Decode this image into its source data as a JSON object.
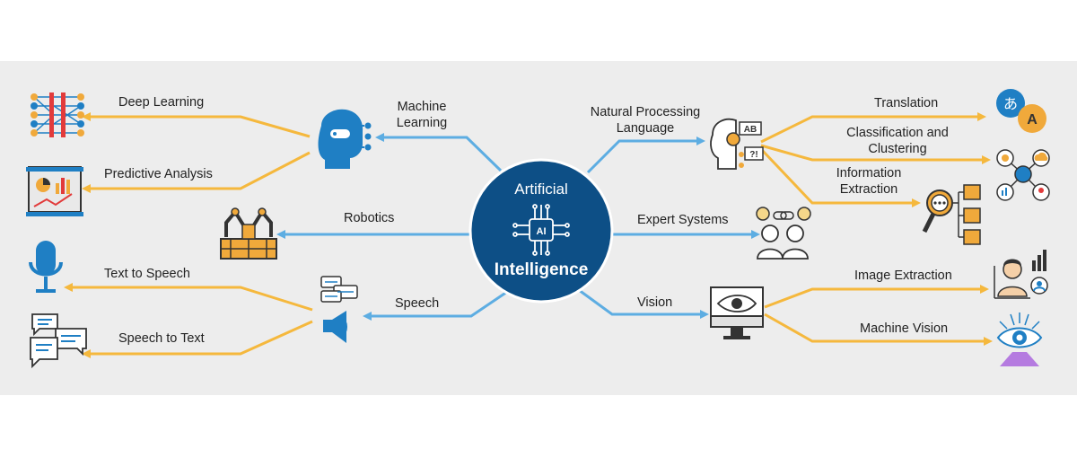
{
  "center": {
    "line1": "Artificial",
    "line2": "Intelligence"
  },
  "left": {
    "machine_learning": "Machine\nLearning",
    "robotics": "Robotics",
    "speech": "Speech",
    "deep_learning": "Deep Learning",
    "predictive_analysis": "Predictive Analysis",
    "text_to_speech": "Text to Speech",
    "speech_to_text": "Speech to Text"
  },
  "right": {
    "nlp": "Natural Processing\nLanguage",
    "expert_systems": "Expert Systems",
    "vision": "Vision",
    "translation": "Translation",
    "classification": "Classification and\nClustering",
    "information_extraction": "Information\nExtraction",
    "image_extraction": "Image Extraction",
    "machine_vision": "Machine Vision"
  },
  "colors": {
    "hub": "#0d4f86",
    "blue_arrow": "#5dade2",
    "orange_arrow": "#f5b83d",
    "icon_blue": "#1f7fc4",
    "icon_orange": "#f0a93b",
    "icon_dark": "#333333"
  }
}
